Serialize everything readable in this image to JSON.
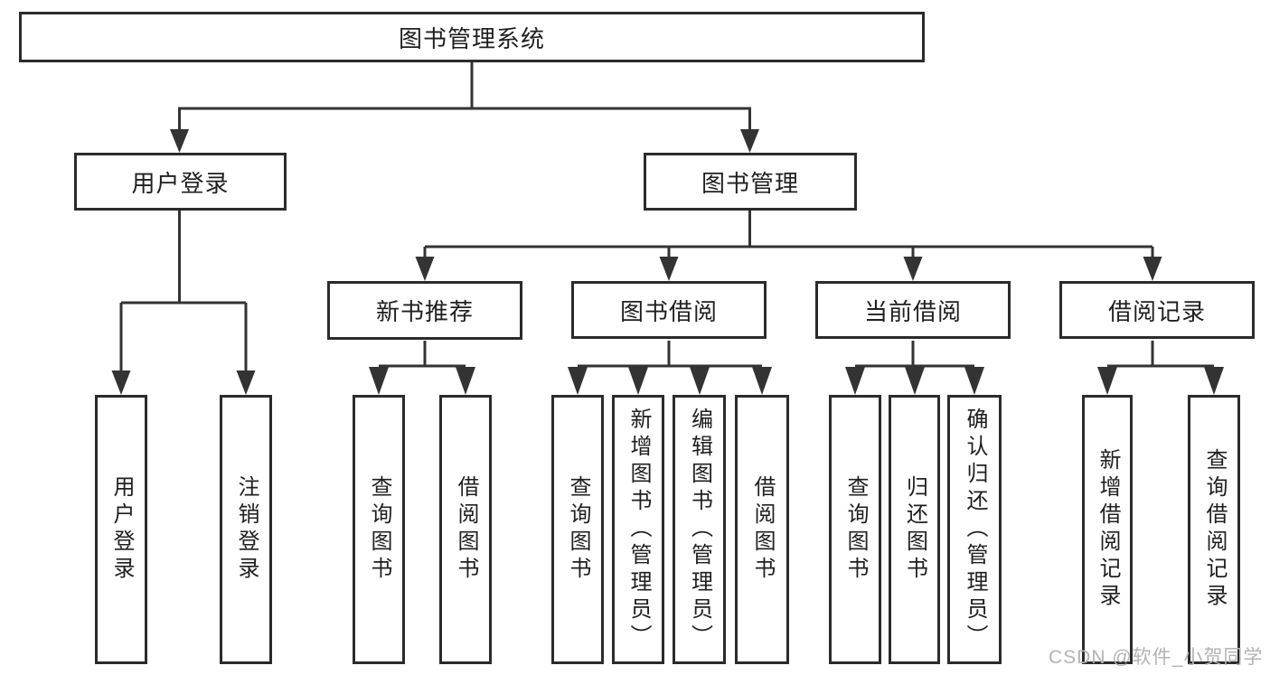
{
  "diagram": {
    "title_hint": "library management system feature tree",
    "root": {
      "label": "图书管理系统"
    },
    "branches": [
      {
        "label": "用户登录",
        "children": [
          {
            "label": "用户登录"
          },
          {
            "label": "注销登录"
          }
        ]
      },
      {
        "label": "图书管理",
        "children": [
          {
            "label": "新书推荐",
            "children": [
              {
                "label": "查询图书"
              },
              {
                "label": "借阅图书"
              }
            ]
          },
          {
            "label": "图书借阅",
            "children": [
              {
                "label": "查询图书"
              },
              {
                "label": "新增图书（管理员）"
              },
              {
                "label": "编辑图书（管理员）"
              },
              {
                "label": "借阅图书"
              }
            ]
          },
          {
            "label": "当前借阅",
            "children": [
              {
                "label": "查询图书"
              },
              {
                "label": "归还图书"
              },
              {
                "label": "确认归还（管理员）"
              }
            ]
          },
          {
            "label": "借阅记录",
            "children": [
              {
                "label": "新增借阅记录"
              },
              {
                "label": "查询借阅记录"
              }
            ]
          }
        ]
      }
    ]
  },
  "watermark": {
    "text": "CSDN @软件_小贺同学"
  },
  "colors": {
    "line": "#333333",
    "box_border": "#2b2b2b",
    "text": "#1f1f1f",
    "watermark": "#b3b3b3",
    "background": "#ffffff"
  }
}
